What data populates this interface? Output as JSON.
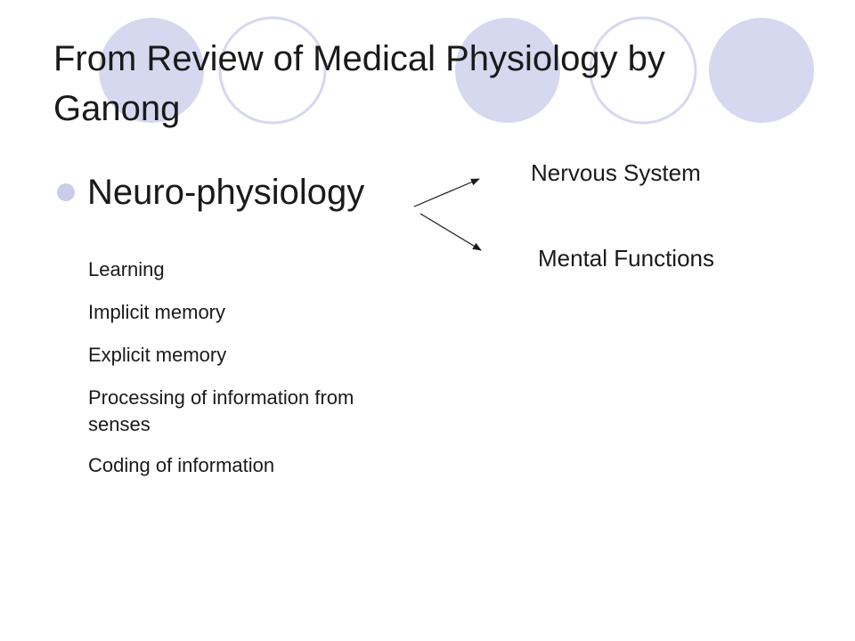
{
  "slide": {
    "title": "From Review of Medical Physiology by Ganong",
    "bullet": {
      "text": "Neuro-physiology",
      "icon": "bullet-dot-icon",
      "color": "#c9cdea"
    },
    "branches": [
      "Nervous System",
      "Mental Functions"
    ],
    "sub_items": [
      "Learning",
      "Implicit memory",
      "Explicit memory",
      "Processing of information from senses",
      "Coding of information"
    ]
  },
  "theme": {
    "accent_fill": "#d6d8f0",
    "accent_outline": "#c9cdea",
    "text_color": "#1a1a1a"
  }
}
